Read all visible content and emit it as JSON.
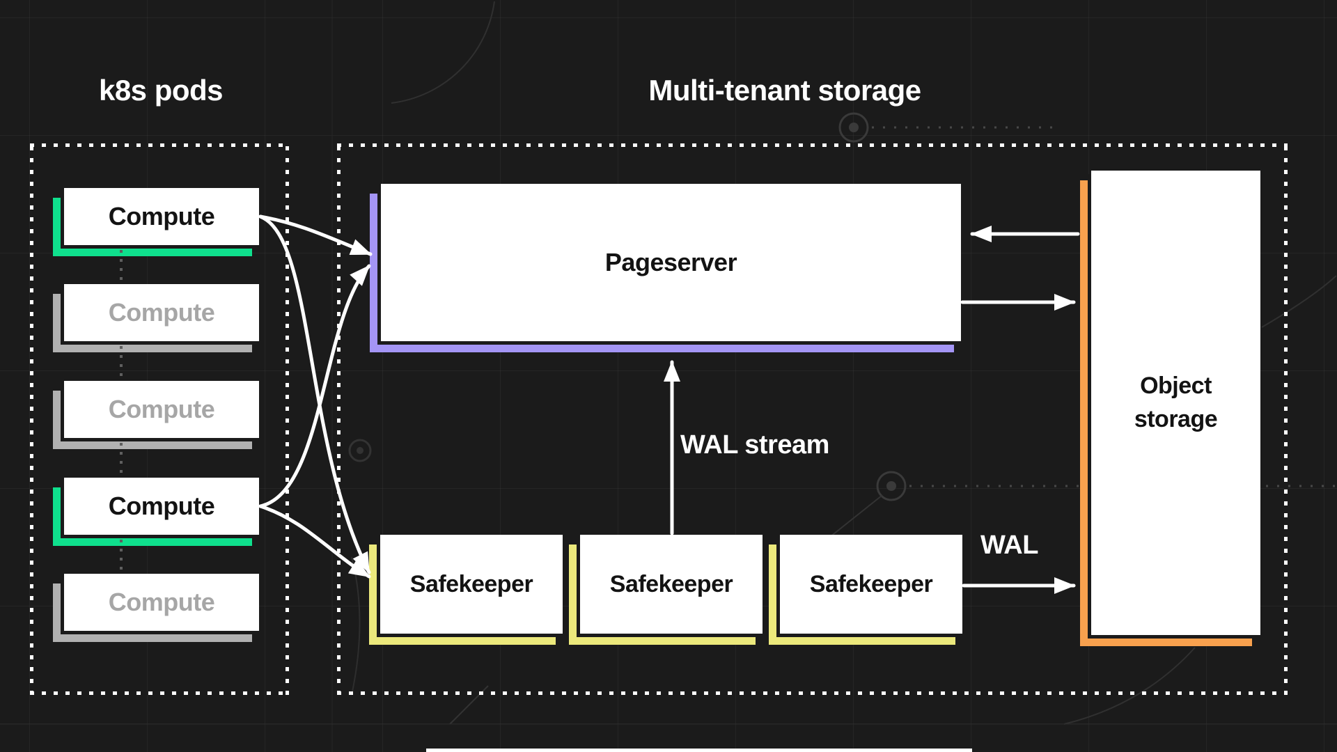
{
  "titles": {
    "left_region": "k8s pods",
    "right_region": "Multi-tenant storage"
  },
  "k8s_pods": {
    "items": [
      {
        "label": "Compute",
        "state": "active"
      },
      {
        "label": "Compute",
        "state": "inactive"
      },
      {
        "label": "Compute",
        "state": "inactive"
      },
      {
        "label": "Compute",
        "state": "active"
      },
      {
        "label": "Compute",
        "state": "inactive"
      }
    ]
  },
  "storage": {
    "pageserver_label": "Pageserver",
    "safekeepers": [
      "Safekeeper",
      "Safekeeper",
      "Safekeeper"
    ],
    "object_storage_label": "Object storage",
    "flow_labels": {
      "wal_stream": "WAL stream",
      "wal": "WAL"
    }
  },
  "colors": {
    "background": "#1b1b1b",
    "green": "#0fe08d",
    "purple": "#a495f5",
    "yellow": "#ece97c",
    "orange": "#f8a14e",
    "gray_accent": "#b1b1b1",
    "gray_text": "#a6a6a6",
    "ink": "#131313",
    "white": "#ffffff"
  }
}
